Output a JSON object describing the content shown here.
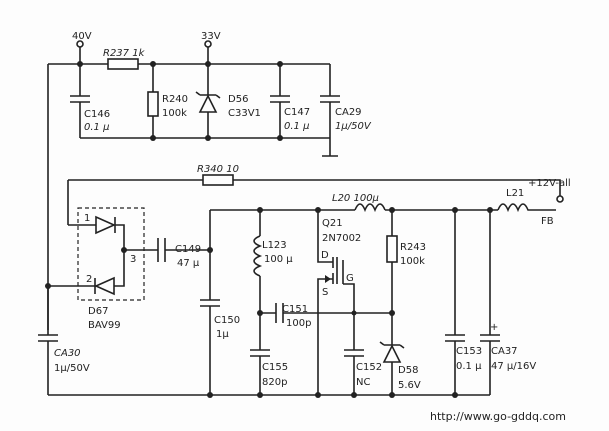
{
  "rails": {
    "v40": "40V",
    "v33": "33V",
    "v12": "+12V-all"
  },
  "components": {
    "r237": "R237  1k",
    "c146": [
      "C146",
      "0.1 μ"
    ],
    "r240": [
      "R240",
      "100k"
    ],
    "d56": [
      "D56",
      "C33V1"
    ],
    "c147": [
      "C147",
      "0.1 μ"
    ],
    "ca29": [
      "CA29",
      "1μ/50V"
    ],
    "r340": "R340  10",
    "l20": "L20  100μ",
    "l21": "L21",
    "fb": "FB",
    "q21": [
      "Q21",
      "2N7002"
    ],
    "q21_pins": {
      "d": "D",
      "s": "S",
      "g": "G"
    },
    "r243": [
      "R243",
      "100k"
    ],
    "l123": [
      "L123",
      "100 μ"
    ],
    "c149": [
      "C149",
      "47 μ"
    ],
    "c150": [
      "C150",
      "1μ"
    ],
    "c151": [
      "C151",
      "100p"
    ],
    "c155": [
      "C155",
      "820p"
    ],
    "c152": [
      "C152",
      "NC"
    ],
    "d58": [
      "D58",
      "5.6V"
    ],
    "c153": [
      "C153",
      "0.1 μ"
    ],
    "ca37": [
      "CA37",
      "47 μ/16V"
    ],
    "ca37_plus": "+",
    "d67": [
      "D67",
      "BAV99"
    ],
    "d67_pins": [
      "1",
      "2",
      "3"
    ],
    "ca30": [
      "CA30",
      "1μ/50V"
    ]
  },
  "watermark": "http://www.go-gddq.com"
}
